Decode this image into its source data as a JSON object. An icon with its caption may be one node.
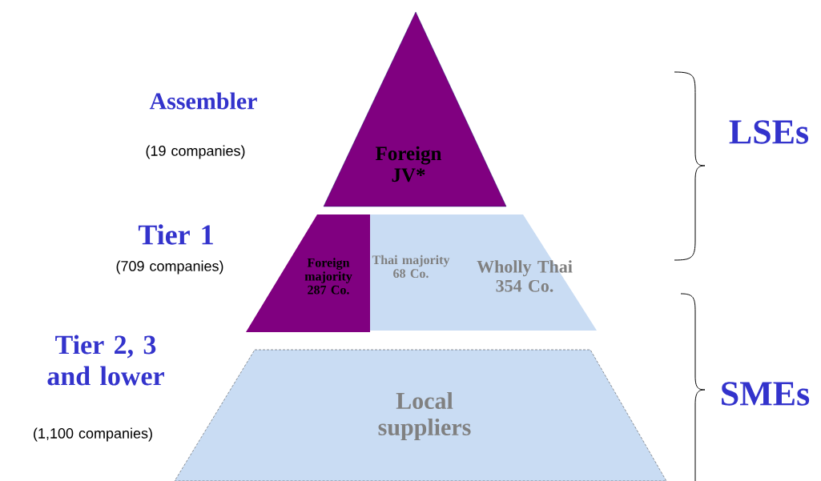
{
  "diagram": {
    "nodes": [
      {
        "text": [
          "Foreign JV*"
        ]
      },
      {
        "text": [
          "Foreign majority 287 Co."
        ]
      },
      {
        "text": [
          "Thai majority 68 Co."
        ]
      },
      {
        "text": [
          "Wholly Thai 354 Co."
        ]
      },
      {
        "text": [
          "Local suppliers"
        ]
      }
    ],
    "labels": [
      "Assembler",
      "(19 companies)",
      "Tier 1",
      "(709 companies)",
      "Tier 2, 3 and lower",
      "(1,100 companies)",
      "LSEs",
      "SMEs"
    ]
  }
}
